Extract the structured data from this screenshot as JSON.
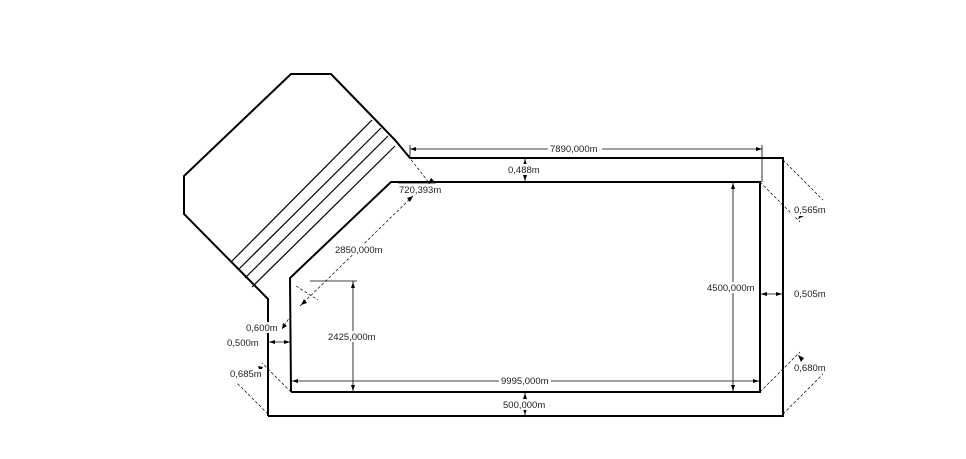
{
  "dimensions": {
    "top_length": "7890,000m",
    "top_offset": "0,488m",
    "diag_segment": "720,393m",
    "diag_length": "2850,000m",
    "right_top_offset": "0,565m",
    "inner_height": "4500,000m",
    "right_offset": "0,505m",
    "left_diag_offset": "0,600m",
    "left_offset": "0,500m",
    "left_lower_height": "2425,000m",
    "left_bottom_offset": "0,685m",
    "inner_width": "9995,000m",
    "bottom_offset": "500,000m",
    "right_bottom_offset": "0,680m"
  }
}
